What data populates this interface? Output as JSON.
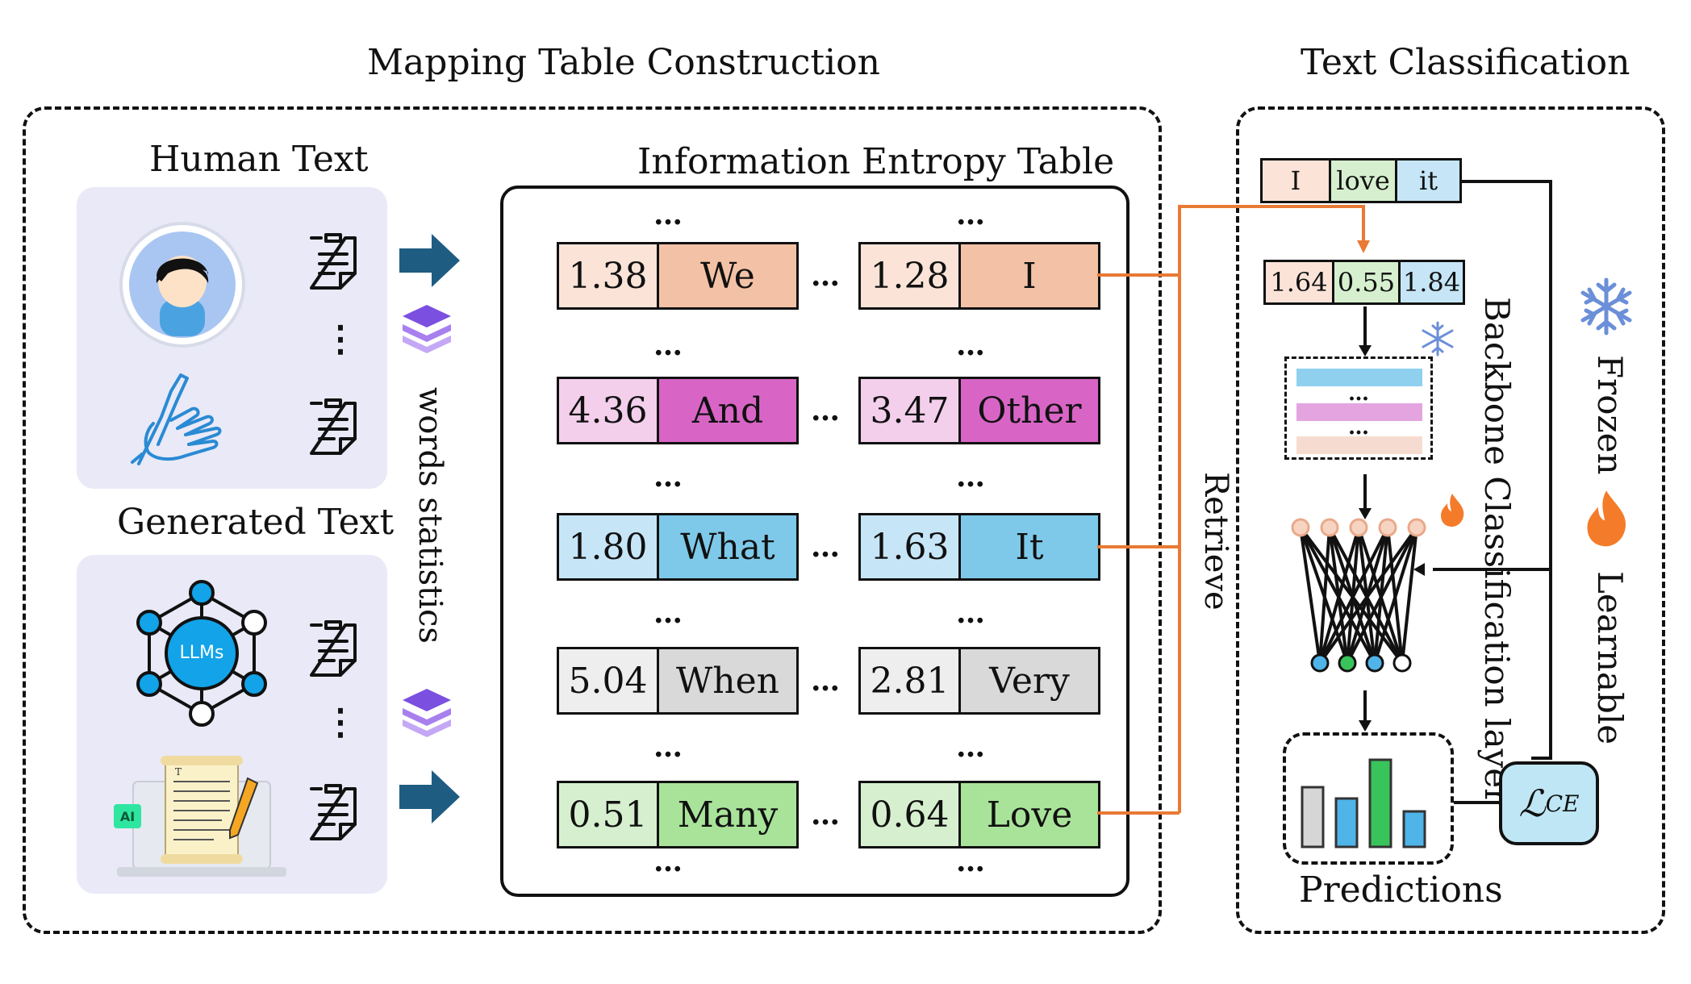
{
  "sections": {
    "mapping_title": "Mapping Table Construction",
    "classification_title": "Text Classification"
  },
  "left": {
    "human_text": "Human Text",
    "generated_text": "Generated Text",
    "llm_label": "LLMs",
    "ai_badge": "AI",
    "vertical_dots": "⋮",
    "words_statistics": "words statistics"
  },
  "table": {
    "title": "Information Entropy Table",
    "ellipsis": "…",
    "rows": [
      {
        "n1": "1.38",
        "w1": "We",
        "n2": "1.28",
        "w2": "I",
        "num_color": "#fbe3d8",
        "word_color": "#f3c2a6"
      },
      {
        "n1": "4.36",
        "w1": "And",
        "n2": "3.47",
        "w2": "Other",
        "num_color": "#f3cfec",
        "word_color": "#d865c6"
      },
      {
        "n1": "1.80",
        "w1": "What",
        "n2": "1.63",
        "w2": "It",
        "num_color": "#c6e6f7",
        "word_color": "#7ec9ea"
      },
      {
        "n1": "5.04",
        "w1": "When",
        "n2": "2.81",
        "w2": "Very",
        "num_color": "#eeeeee",
        "word_color": "#d9d9d9"
      },
      {
        "n1": "0.51",
        "w1": "Many",
        "n2": "0.64",
        "w2": "Love",
        "num_color": "#d6f0cf",
        "word_color": "#a9e39a"
      }
    ]
  },
  "right": {
    "retrieve": "Retrieve",
    "tokens": [
      "I",
      "love",
      "it"
    ],
    "token_colors": [
      "#fbe3d8",
      "#d6f0cf",
      "#c6e6f7"
    ],
    "values": [
      "1.64",
      "0.55",
      "1.84"
    ],
    "backbone": "Backbone Classification layer",
    "frozen": "Frozen",
    "learnable": "Learnable",
    "loss_label": "ℒ",
    "loss_sub": "CE",
    "predictions": "Predictions",
    "arrow_color": "#e87a35",
    "accent_blue": "#1f5c82"
  }
}
